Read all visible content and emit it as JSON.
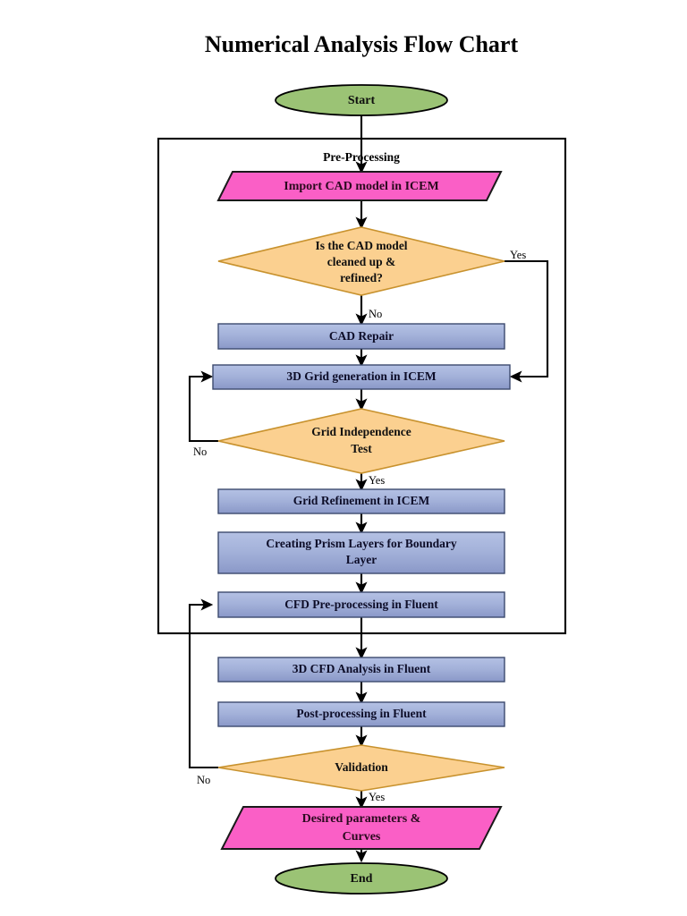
{
  "document": {
    "title": "Numerical Analysis Flow Chart"
  },
  "group": {
    "label": "Pre-Processing"
  },
  "nodes": {
    "start": {
      "label": "Start",
      "type": "terminator"
    },
    "import_cad": {
      "label": "Import CAD model in ICEM",
      "type": "io"
    },
    "cad_check_l1": {
      "label": "Is the CAD model",
      "type": "decision"
    },
    "cad_check_l2": {
      "label": "cleaned up &",
      "type": "decision"
    },
    "cad_check_l3": {
      "label": "refined?",
      "type": "decision"
    },
    "cad_repair": {
      "label": "CAD Repair",
      "type": "process"
    },
    "grid_gen": {
      "label": "3D Grid generation in ICEM",
      "type": "process"
    },
    "grid_indep_l1": {
      "label": "Grid Independence",
      "type": "decision"
    },
    "grid_indep_l2": {
      "label": "Test",
      "type": "decision"
    },
    "grid_refine": {
      "label": "Grid Refinement in ICEM",
      "type": "process"
    },
    "prism_l1": {
      "label": "Creating Prism Layers for Boundary",
      "type": "process"
    },
    "prism_l2": {
      "label": "Layer",
      "type": "process"
    },
    "cfd_pre": {
      "label": "CFD Pre-processing in Fluent",
      "type": "process"
    },
    "cfd_analysis": {
      "label": "3D CFD Analysis in Fluent",
      "type": "process"
    },
    "post_proc": {
      "label": "Post-processing in Fluent",
      "type": "process"
    },
    "validation": {
      "label": "Validation",
      "type": "decision"
    },
    "desired_l1": {
      "label": "Desired parameters &",
      "type": "io"
    },
    "desired_l2": {
      "label": "Curves",
      "type": "io"
    },
    "end": {
      "label": "End",
      "type": "terminator"
    }
  },
  "edge_labels": {
    "cad_yes": "Yes",
    "cad_no": "No",
    "grid_no": "No",
    "grid_yes": "Yes",
    "valid_no": "No",
    "valid_yes": "Yes"
  },
  "colors": {
    "terminator_fill": "#9BC375",
    "terminator_stroke": "#000000",
    "io_fill": "#FA5FC6",
    "io_stroke": "#1a1a1a",
    "process_fill_top": "#A9B8DE",
    "process_fill_bottom": "#8795C4",
    "process_stroke": "#3c4a6e",
    "decision_fill": "#FBD090",
    "decision_stroke": "#C8922E",
    "connector": "#000000",
    "group_border": "#000000",
    "background": "#FFFFFF"
  },
  "chart_data": {
    "type": "diagram",
    "title": "Numerical Analysis Flow Chart",
    "flow": [
      {
        "id": "start",
        "shape": "ellipse",
        "text": "Start"
      },
      {
        "id": "import_cad",
        "shape": "parallelogram",
        "text": "Import CAD model in ICEM"
      },
      {
        "id": "cad_check",
        "shape": "diamond",
        "text": "Is the CAD model cleaned up & refined?"
      },
      {
        "id": "cad_repair",
        "shape": "rectangle",
        "text": "CAD Repair"
      },
      {
        "id": "grid_gen",
        "shape": "rectangle",
        "text": "3D Grid generation in ICEM"
      },
      {
        "id": "grid_indep",
        "shape": "diamond",
        "text": "Grid Independence Test"
      },
      {
        "id": "grid_refine",
        "shape": "rectangle",
        "text": "Grid Refinement in ICEM"
      },
      {
        "id": "prism",
        "shape": "rectangle",
        "text": "Creating Prism Layers for Boundary Layer"
      },
      {
        "id": "cfd_pre",
        "shape": "rectangle",
        "text": "CFD Pre-processing in Fluent"
      },
      {
        "id": "cfd_analysis",
        "shape": "rectangle",
        "text": "3D CFD Analysis in Fluent"
      },
      {
        "id": "post_proc",
        "shape": "rectangle",
        "text": "Post-processing in Fluent"
      },
      {
        "id": "validation",
        "shape": "diamond",
        "text": "Validation"
      },
      {
        "id": "desired",
        "shape": "parallelogram",
        "text": "Desired parameters & Curves"
      },
      {
        "id": "end",
        "shape": "ellipse",
        "text": "End"
      }
    ],
    "edges": [
      {
        "from": "start",
        "to": "import_cad",
        "label": ""
      },
      {
        "from": "import_cad",
        "to": "cad_check",
        "label": ""
      },
      {
        "from": "cad_check",
        "to": "cad_repair",
        "label": "No"
      },
      {
        "from": "cad_check",
        "to": "grid_gen",
        "label": "Yes"
      },
      {
        "from": "cad_repair",
        "to": "grid_gen",
        "label": ""
      },
      {
        "from": "grid_gen",
        "to": "grid_indep",
        "label": ""
      },
      {
        "from": "grid_indep",
        "to": "grid_gen",
        "label": "No"
      },
      {
        "from": "grid_indep",
        "to": "grid_refine",
        "label": "Yes"
      },
      {
        "from": "grid_refine",
        "to": "prism",
        "label": ""
      },
      {
        "from": "prism",
        "to": "cfd_pre",
        "label": ""
      },
      {
        "from": "cfd_pre",
        "to": "cfd_analysis",
        "label": ""
      },
      {
        "from": "cfd_analysis",
        "to": "post_proc",
        "label": ""
      },
      {
        "from": "post_proc",
        "to": "validation",
        "label": ""
      },
      {
        "from": "validation",
        "to": "cfd_pre",
        "label": "No"
      },
      {
        "from": "validation",
        "to": "desired",
        "label": "Yes"
      },
      {
        "from": "desired",
        "to": "end",
        "label": ""
      }
    ],
    "groups": [
      {
        "label": "Pre-Processing",
        "contains": [
          "import_cad",
          "cad_check",
          "cad_repair",
          "grid_gen",
          "grid_indep",
          "grid_refine",
          "prism",
          "cfd_pre"
        ]
      }
    ]
  }
}
